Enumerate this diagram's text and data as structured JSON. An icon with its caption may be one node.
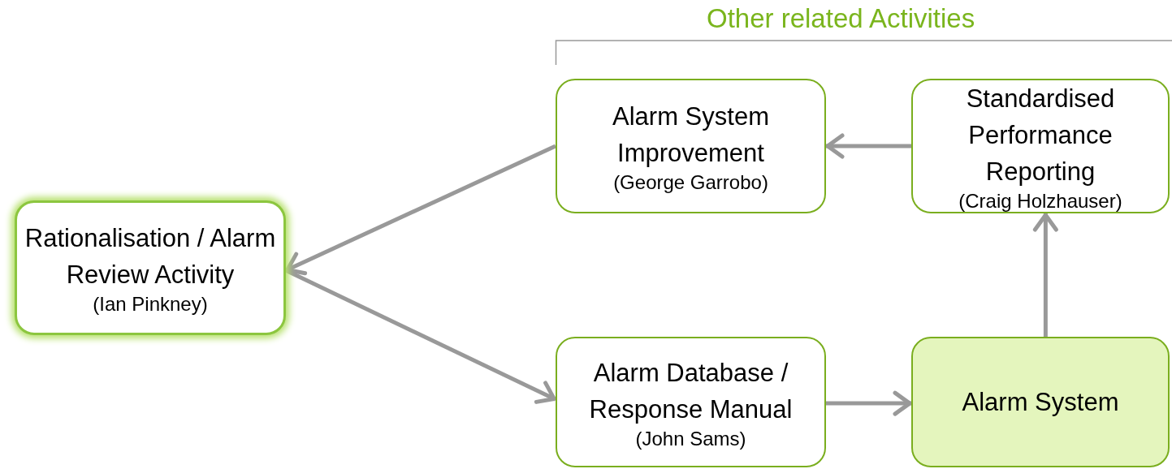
{
  "diagram": {
    "nodes": [
      {
        "text": [
          "Rationalisation / Alarm Review Activity",
          "(Ian Pinkney)"
        ]
      },
      {
        "text": [
          "Alarm System Improvement",
          "(George Garrobo)"
        ]
      },
      {
        "text": [
          "Standardised Performance Reporting",
          "(Craig Holzhauser)"
        ]
      },
      {
        "text": [
          "Alarm Database / Response Manual",
          "(John Sams)"
        ]
      },
      {
        "text": [
          "Alarm System"
        ]
      }
    ],
    "edges": [
      {
        "from": 2,
        "to": 1,
        "arrow": "to"
      },
      {
        "from": 1,
        "to": 0,
        "arrow": "to"
      },
      {
        "from": 0,
        "to": 3,
        "arrow": "to"
      },
      {
        "from": 3,
        "to": 4,
        "arrow": "to"
      },
      {
        "from": 4,
        "to": 2,
        "arrow": "to"
      }
    ],
    "labels": [
      "Other related Activities"
    ]
  }
}
